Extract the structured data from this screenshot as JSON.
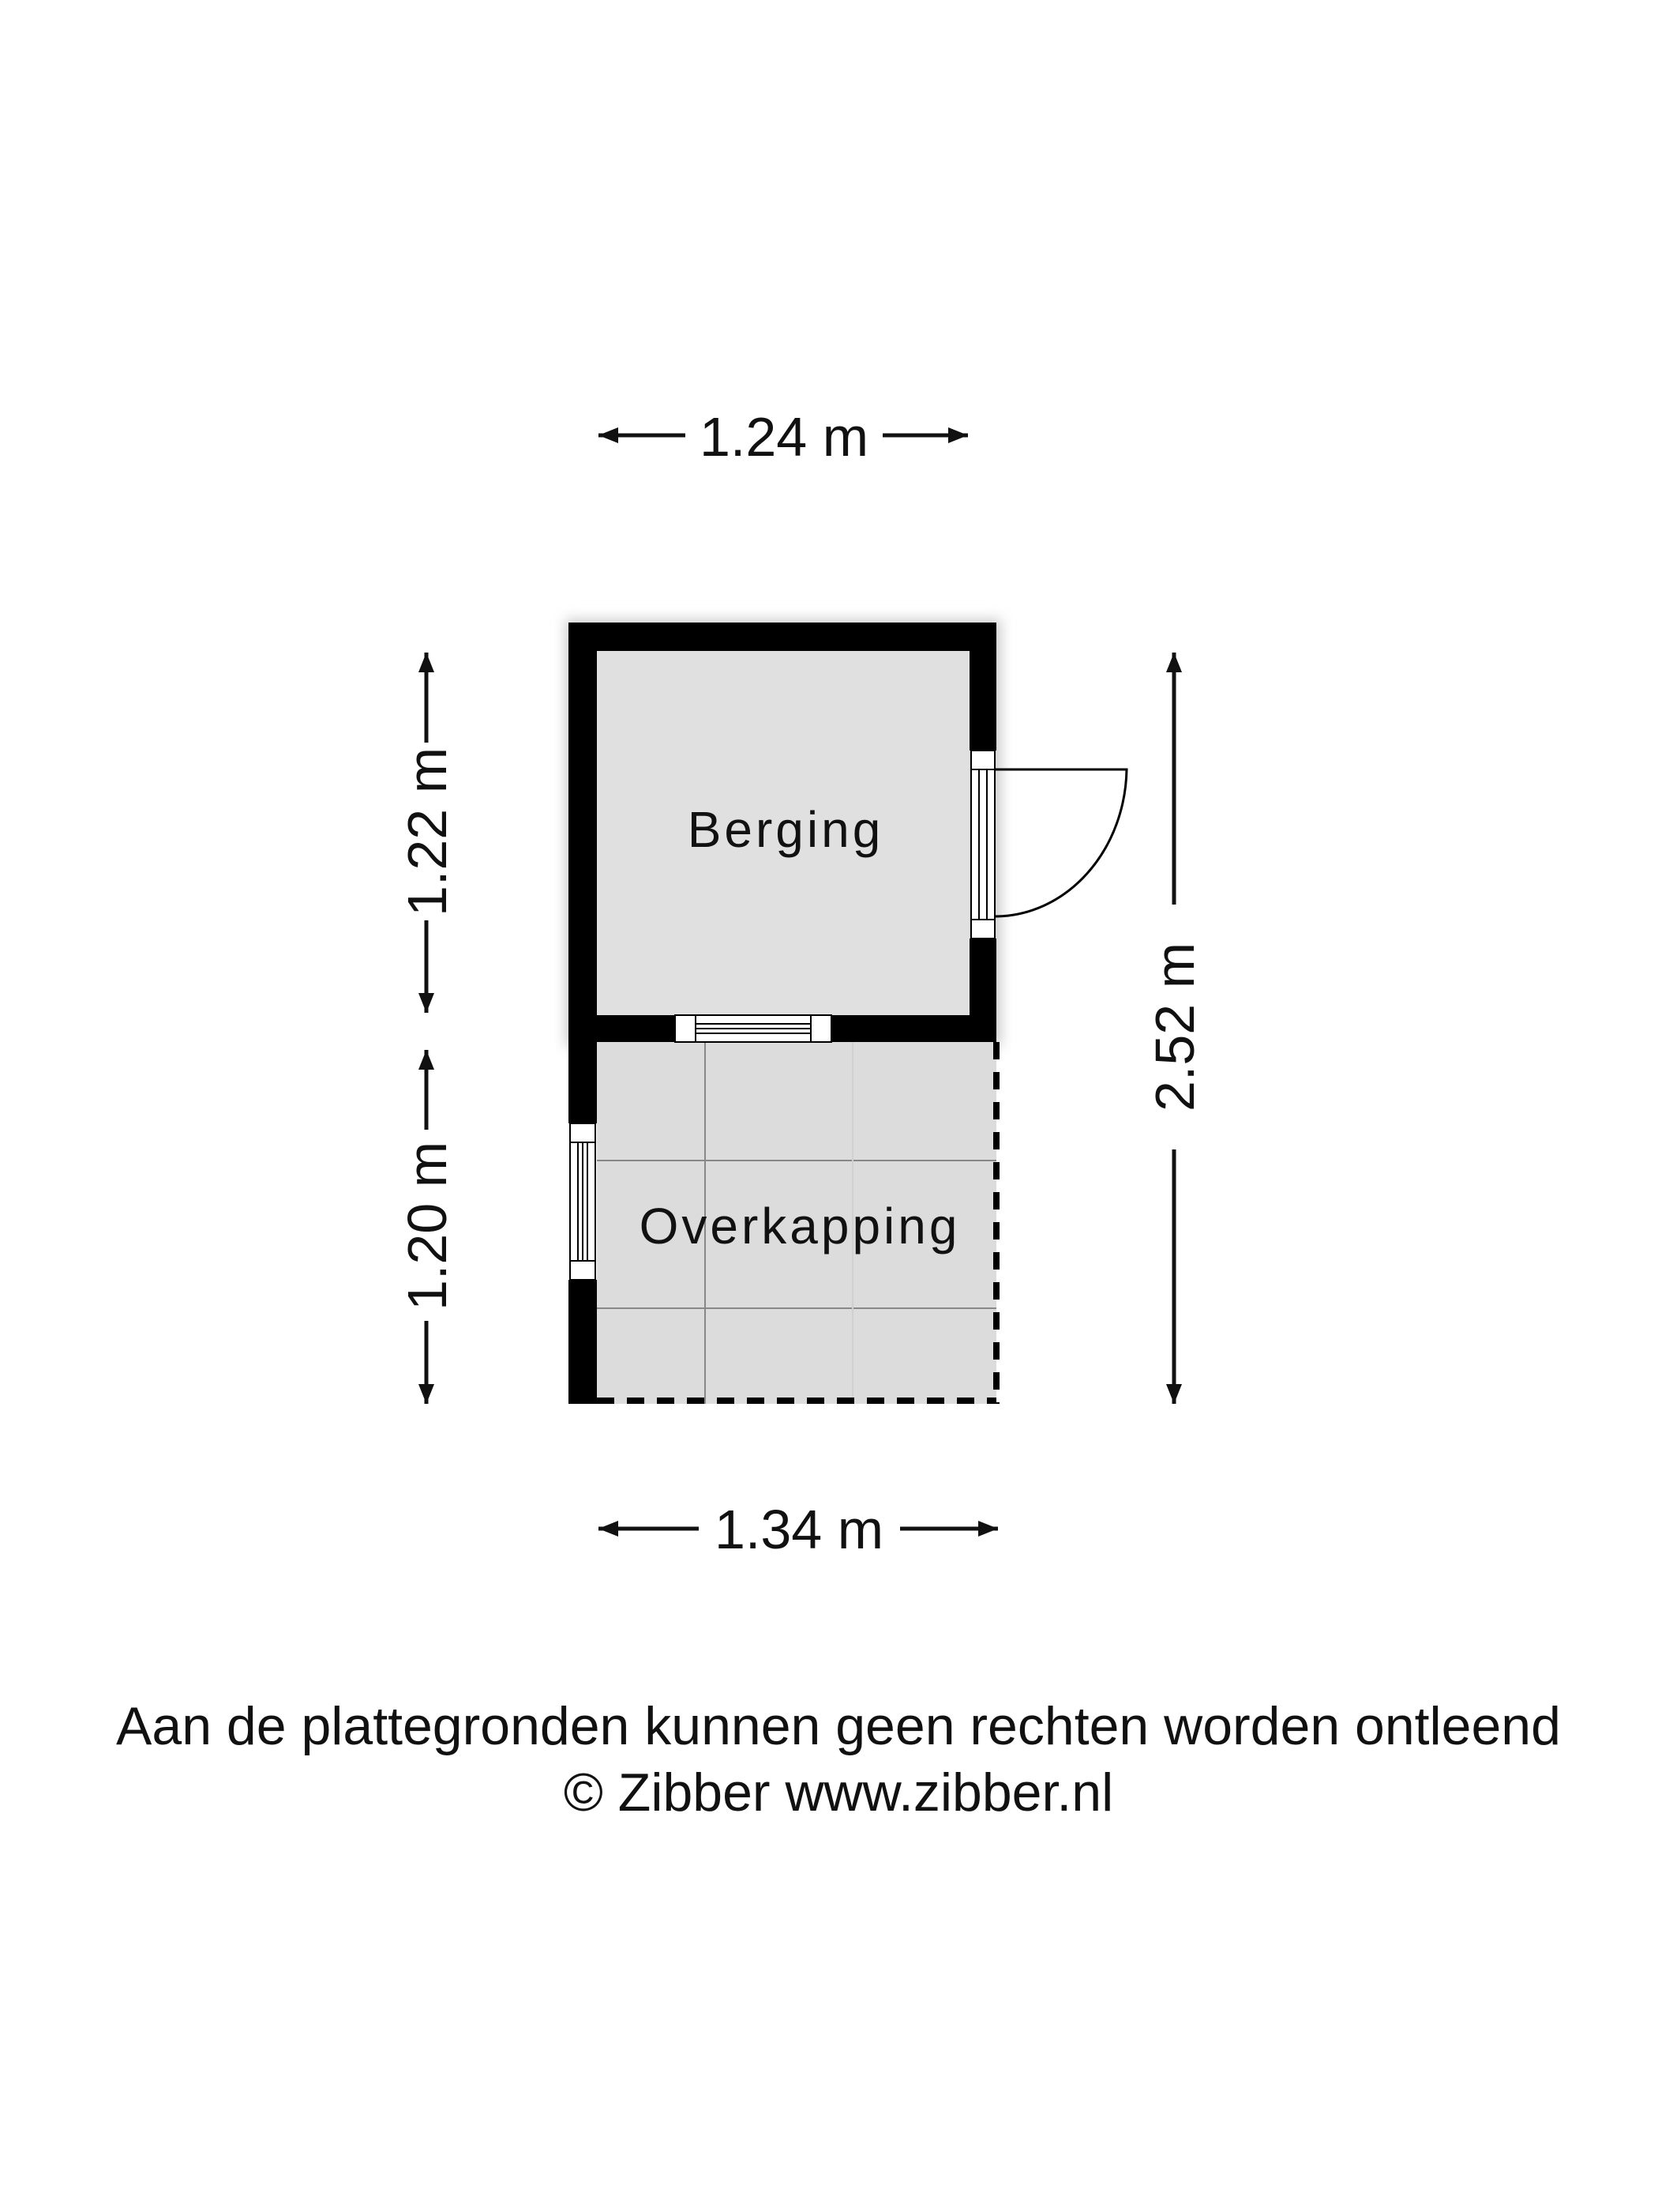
{
  "rooms": {
    "berging": "Berging",
    "overkapping": "Overkapping"
  },
  "dimensions": {
    "top_width": "1.24 m",
    "bottom_width": "1.34 m",
    "left_upper_height": "1.22 m",
    "left_lower_height": "1.20 m",
    "right_total_height": "2.52 m"
  },
  "footer": {
    "disclaimer": "Aan de plattegronden kunnen geen rechten worden ontleend",
    "copyright": "© Zibber www.zibber.nl"
  },
  "colors": {
    "wall": "#000000",
    "floor_berging": "#e0e0e0",
    "floor_overkapping": "#dcdcdc"
  }
}
